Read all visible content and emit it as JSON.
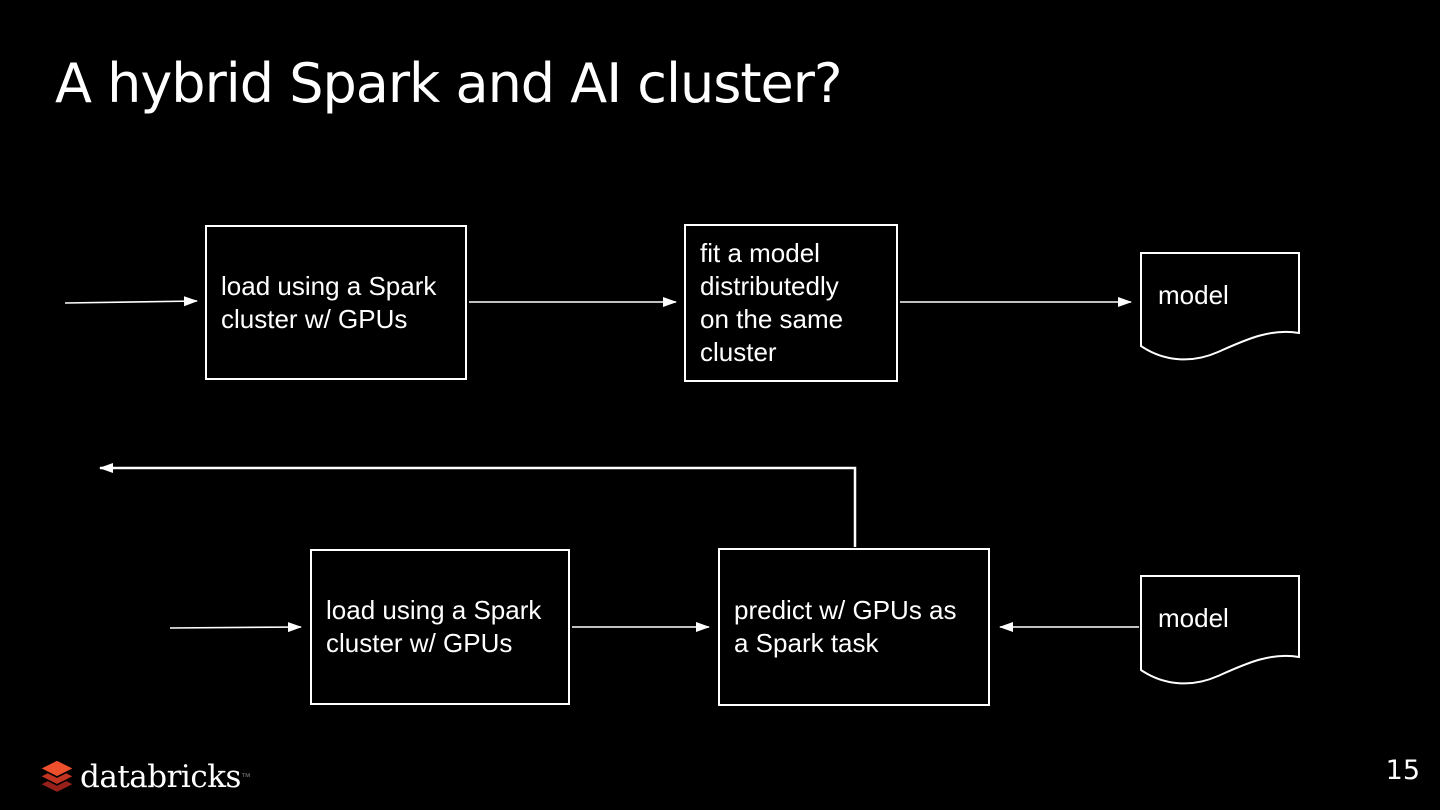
{
  "slide": {
    "title": "A hybrid Spark and AI cluster?",
    "page_number": "15"
  },
  "colors": {
    "background": "#000000",
    "text": "#FFFFFF",
    "line": "#FFFFFF"
  },
  "footer": {
    "brand_wordmark": "databricks",
    "brand_trademark": "™",
    "brand_icon": "databricks-bricks-icon",
    "brand_colors": {
      "top": "#EE4F2D",
      "middle": "#C23321",
      "bottom": "#97211A"
    }
  },
  "diagram": {
    "row1": {
      "load_box_label": "load using a Spark\ncluster w/ GPUs",
      "fit_box_label": "fit a model\ndistributedly\non the same\ncluster",
      "model_label": "model"
    },
    "row2": {
      "load_box_label": "load using a Spark\ncluster w/ GPUs",
      "predict_box_label": "predict w/ GPUs as\na Spark task",
      "model_label": "model"
    }
  }
}
